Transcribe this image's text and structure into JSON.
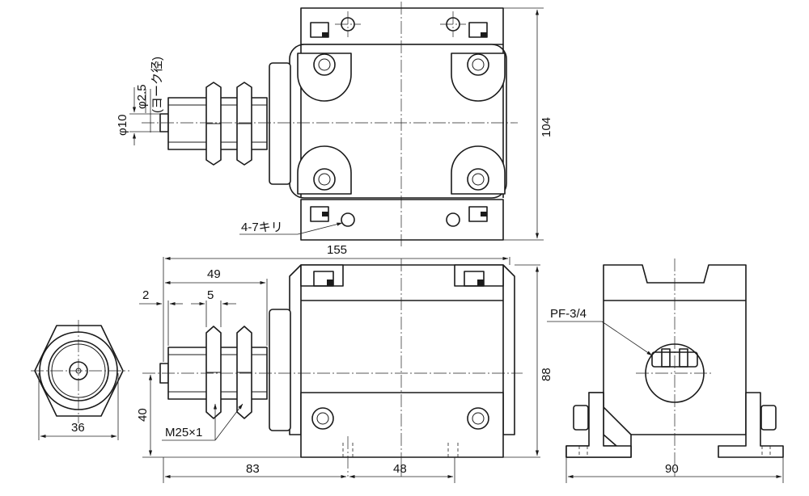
{
  "labels": {
    "width_top": "155",
    "height_top": "104",
    "holes_note": "4-7キリ",
    "phi10": "φ10",
    "phi25": "φ2.5",
    "yoke_dia": "(ヨーク径)",
    "dim_49": "49",
    "dim_2": "2",
    "dim_5": "5",
    "thread": "M25×1",
    "dim_40": "40",
    "dim_83": "83",
    "dim_48": "48",
    "dim_88": "88",
    "dim_36": "36",
    "port": "PF-3/4",
    "dim_90": "90"
  }
}
